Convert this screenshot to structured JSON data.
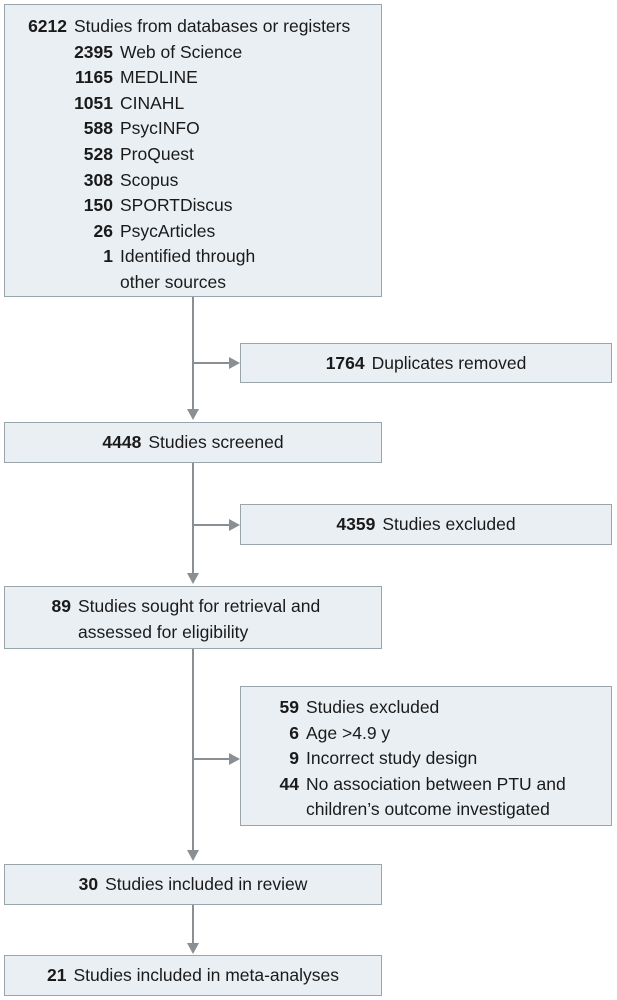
{
  "identification": {
    "total": {
      "n": "6212",
      "label": "Studies from databases or registers"
    },
    "sources": [
      {
        "n": "2395",
        "label": "Web of Science"
      },
      {
        "n": "1165",
        "label": "MEDLINE"
      },
      {
        "n": "1051",
        "label": "CINAHL"
      },
      {
        "n": "588",
        "label": "PsycINFO"
      },
      {
        "n": "528",
        "label": "ProQuest"
      },
      {
        "n": "308",
        "label": "Scopus"
      },
      {
        "n": "150",
        "label": "SPORTDiscus"
      },
      {
        "n": "26",
        "label": "PsycArticles"
      },
      {
        "n": "1",
        "label": "Identified through",
        "label2": "other sources"
      }
    ]
  },
  "duplicates": {
    "n": "1764",
    "label": "Duplicates removed"
  },
  "screened": {
    "n": "4448",
    "label": "Studies screened"
  },
  "excluded_screening": {
    "n": "4359",
    "label": "Studies excluded"
  },
  "retrieval": {
    "n": "89",
    "label": "Studies sought for retrieval and",
    "label2": "assessed for eligibility"
  },
  "excluded_eligibility": {
    "total": {
      "n": "59",
      "label": "Studies excluded"
    },
    "reasons": [
      {
        "n": "6",
        "label": "Age >4.9 y"
      },
      {
        "n": "9",
        "label": "Incorrect study design"
      },
      {
        "n": "44",
        "label": "No association between PTU and",
        "label2": "children’s outcome investigated"
      }
    ]
  },
  "included_review": {
    "n": "30",
    "label": "Studies included in review"
  },
  "included_meta": {
    "n": "21",
    "label": "Studies included in meta-analyses"
  }
}
